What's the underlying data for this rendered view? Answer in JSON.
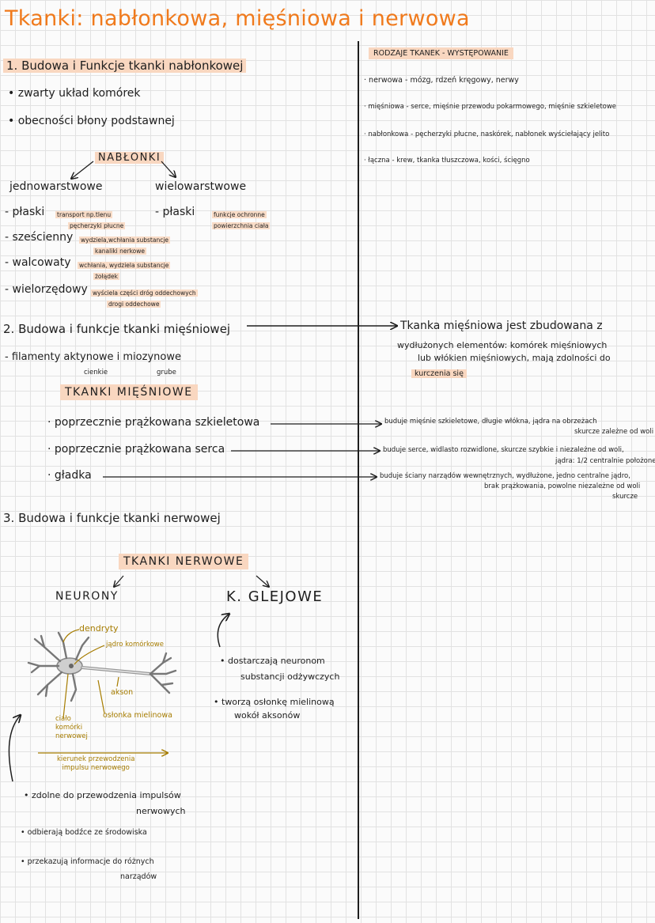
{
  "title": "Tkanki: nabłonkowa, mięśniowa i nerwowa",
  "left": {
    "s1": {
      "heading": "1. Budowa i Funkcje tkanki nabłonkowej",
      "bullets": [
        "zwarty układ komórek",
        "obecności błony podstawnej"
      ],
      "nablonki": "NABŁONKI",
      "jedno": "jednowarstwowe",
      "wielo": "wielowarstwowe",
      "jedno_items": [
        {
          "label": "- płaski",
          "note1": "transport np.tlenu",
          "note2": "pęcherzyki płucne"
        },
        {
          "label": "- sześcienny",
          "note1": "wydziela,wchłania substancje",
          "note2": "kanaliki nerkowe"
        },
        {
          "label": "- walcowaty",
          "note1": "wchłania, wydziela substancje",
          "note2": "żołądek"
        },
        {
          "label": "- wielorzędowy",
          "note1": "wyściela części dróg oddechowych",
          "note2": "drogi oddechowe"
        }
      ],
      "wielo_item": {
        "label": "- płaski",
        "note1": "funkcje ochronne",
        "note2": "powierzchnia ciała"
      }
    },
    "s2": {
      "heading": "2. Budowa i funkcje tkanki mięśniowej",
      "filaments": "- filamenty aktynowe i miozynowe",
      "cienkie": "cienkie",
      "grube": "grube",
      "tkanki": "TKANKI MIĘŚNIOWE",
      "types": [
        "poprzecznie prążkowana szkieletowa",
        "poprzecznie prążkowana serca",
        "gładka"
      ]
    },
    "s3": {
      "heading": "3. Budowa i funkcje tkanki nerwowej",
      "tkanki": "TKANKI NERWOWE",
      "neurony": "NEURONY",
      "glejowe": "K. GLEJOWE",
      "labels": {
        "dendryty": "dendryty",
        "jadro": "jądro komórkowe",
        "akson": "akson",
        "oslonka": "osłonka mielinowa",
        "cialo1": "ciało",
        "cialo2": "komórki",
        "cialo3": "nerwowej",
        "kierunek1": "kierunek przewodzenia",
        "kierunek2": "impulsu nerwowego"
      },
      "glej_bullets": [
        {
          "l1": "dostarczają neuronom",
          "l2": "substancji odżywczych"
        },
        {
          "l1": "tworzą osłonkę mielinową",
          "l2": "wokół aksonów"
        }
      ],
      "neuron_bullets": [
        {
          "l1": "zdolne do przewodzenia impulsów",
          "l2": "nerwowych"
        },
        {
          "l1": "odbierają bodźce ze środowiska",
          "l2": ""
        },
        {
          "l1": "przekazują informacje do różnych",
          "l2": "narządów"
        }
      ]
    }
  },
  "right": {
    "heading": "RODZAJE TKANEK - WYSTĘPOWANIE",
    "items": [
      "nerwowa - mózg, rdzeń kręgowy, nerwy",
      "mięśniowa - serce, mięśnie przewodu pokarmowego, mięśnie szkieletowe",
      "nabłonkowa - pęcherzyki płucne, naskórek, nabłonek wyściełający jelito",
      "łączna - krew, tkanka tłuszczowa, kości, ścięgno"
    ],
    "muscle_text": [
      "Tkanka mięśniowa jest zbudowana z",
      "wydłużonych elementów: komórek mięśniowych",
      "lub włókien mięśniowych, mają zdolności do",
      "kurczenia się"
    ],
    "type_desc": [
      {
        "l1": "buduje mięśnie szkieletowe, długie włókna, jądra na obrzeżach",
        "l2": "skurcze zależne od woli",
        "l3": ""
      },
      {
        "l1": "buduje serce, widlasto rozwidlone, skurcze szybkie i niezależne od woli,",
        "l2": "jądra: 1/2 centralnie położone",
        "l3": ""
      },
      {
        "l1": "buduje ściany narządów wewnętrznych, wydłużone, jedno centralne jądro,",
        "l2": "brak prążkowania, powolne niezależne od woli",
        "l3": "skurcze"
      }
    ]
  }
}
